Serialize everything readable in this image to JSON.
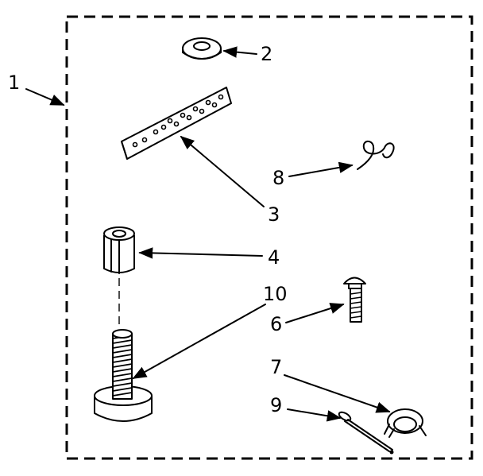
{
  "diagram": {
    "callouts": [
      {
        "id": "1",
        "label": "1"
      },
      {
        "id": "2",
        "label": "2"
      },
      {
        "id": "3",
        "label": "3"
      },
      {
        "id": "4",
        "label": "4"
      },
      {
        "id": "6",
        "label": "6"
      },
      {
        "id": "7",
        "label": "7"
      },
      {
        "id": "8",
        "label": "8"
      },
      {
        "id": "9",
        "label": "9"
      },
      {
        "id": "10",
        "label": "10"
      }
    ],
    "colors": {
      "ink": "#000000",
      "paper": "#ffffff"
    }
  }
}
